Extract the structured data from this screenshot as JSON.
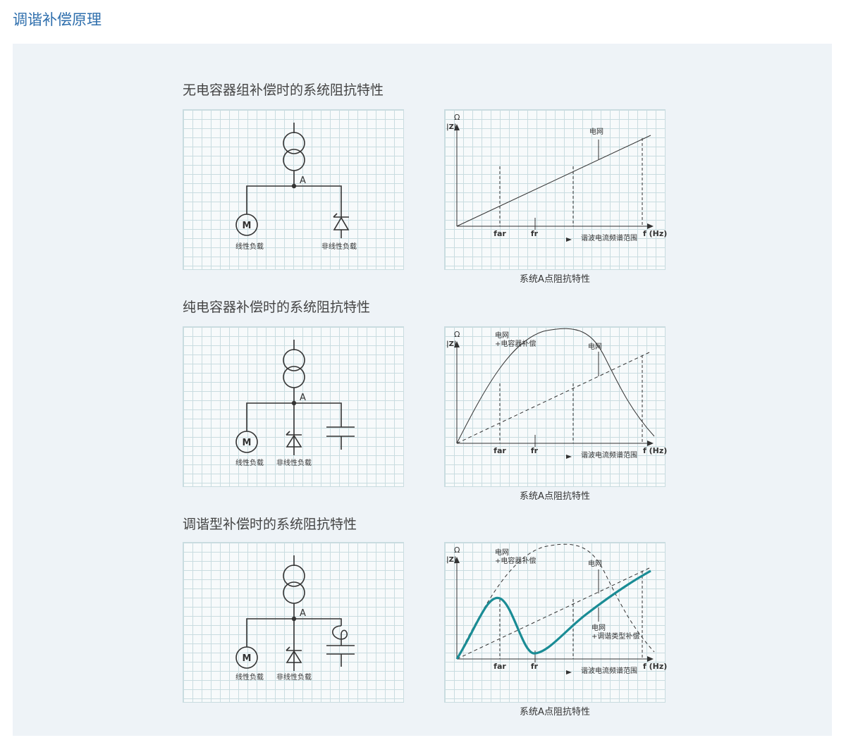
{
  "page_title": "调谐补偿原理",
  "sections": [
    {
      "title": "无电容器组补偿时的系统阻抗特性",
      "caption": "系统A点阻抗特性"
    },
    {
      "title": "纯电容器补偿时的系统阻抗特性",
      "caption": "系统A点阻抗特性"
    },
    {
      "title": "调谐型补偿时的系统阻抗特性",
      "caption": "系统A点阻抗特性"
    }
  ],
  "circuit": {
    "node": "A",
    "motor": "M",
    "linear_load": "线性负载",
    "nonlinear_load": "非线性负载"
  },
  "graph": {
    "omega": "Ω",
    "z_label": "|Z|",
    "x_unit": "f (Hz)",
    "far": "far",
    "fr": "fr",
    "harmonic_range": "谐波电流频谱范围",
    "grid": "电网",
    "grid_plus_cap_1": "电网",
    "grid_plus_cap_2": "+电容器补偿",
    "grid_plus_tuned_1": "电网",
    "grid_plus_tuned_2": "+调谐类型补偿"
  },
  "colors": {
    "title": "#2f6fad",
    "panel": "#eef3f7",
    "grid_line": "#c9dce0",
    "tuned_curve": "#1a8c95"
  }
}
